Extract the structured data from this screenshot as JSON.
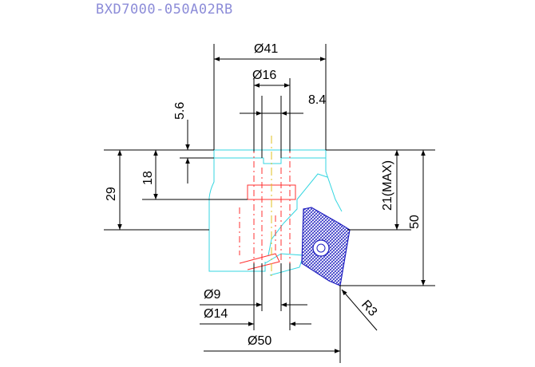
{
  "title": "BXD7000-050A02RB",
  "dimensions": {
    "d41": "Ø41",
    "d16": "Ø16",
    "d9": "Ø9",
    "d14": "Ø14",
    "d50": "Ø50",
    "len_5_6": "5.6",
    "len_8_4": "8.4",
    "len_18": "18",
    "len_29": "29",
    "len_21max": "21(MAX)",
    "len_50": "50",
    "radius": "R3"
  },
  "colors": {
    "title": "#8c8cd8",
    "outline": "#35d6e0",
    "hidden": "#ff3030",
    "insert": "#2020c0"
  }
}
